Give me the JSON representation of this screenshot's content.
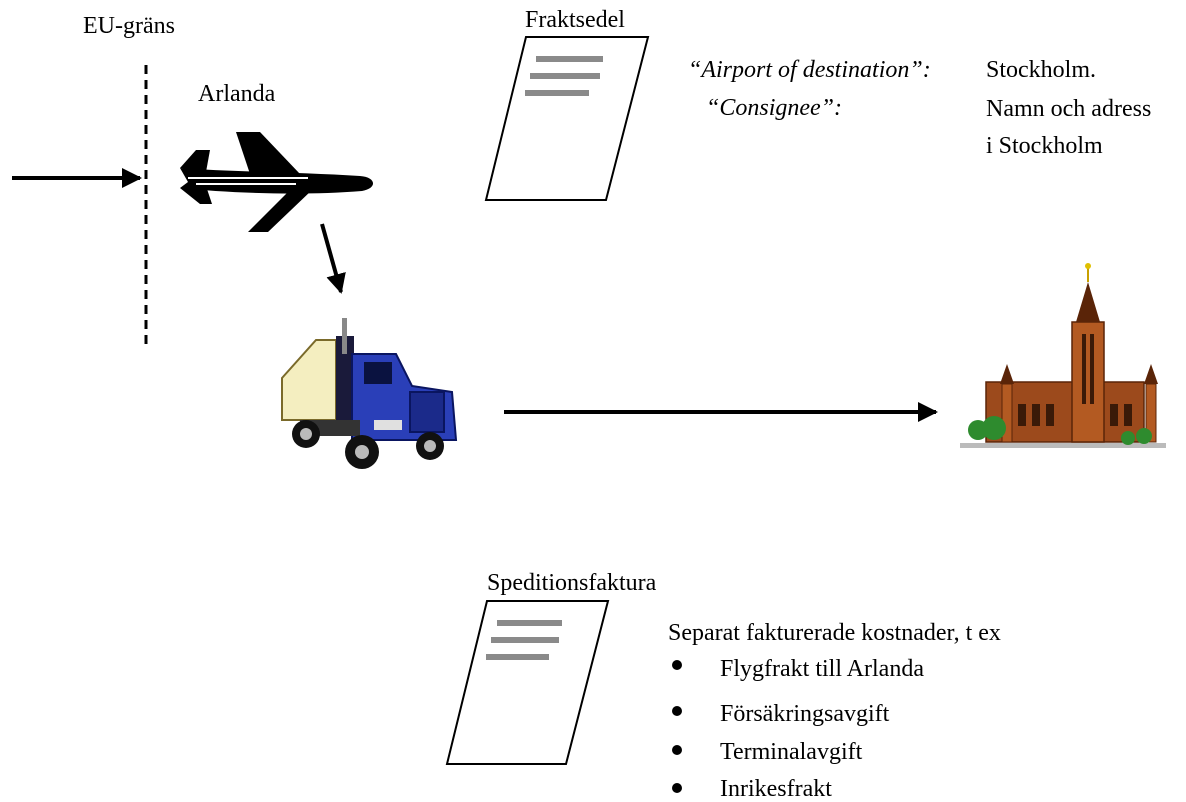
{
  "eu_border_label": "EU-gräns",
  "airport_label": "Arlanda",
  "waybill": {
    "title": "Fraktsedel",
    "fields": [
      {
        "key": "“Airport of destination”:",
        "value_lines": [
          "Stockholm."
        ]
      },
      {
        "key": "“Consignee”:",
        "value_lines": [
          "Namn och adress",
          "i Stockholm"
        ]
      }
    ]
  },
  "forwarding_invoice": {
    "title": "Speditionsfaktura",
    "intro": "Separat fakturerade kostnader, t ex",
    "items": [
      "Flygfrakt till Arlanda",
      "Försäkringsavgift",
      "Terminalavgift",
      "Inrikesfrakt"
    ]
  },
  "icons": [
    "airplane-icon",
    "truck-icon",
    "city-hall-icon",
    "document-icon"
  ],
  "colors": {
    "truck_blue": "#2a3fb8",
    "trailer": "#f4eec0",
    "building_brick": "#9c4a1c",
    "tree_green": "#2e8b2e",
    "document_lines": "#8a8a8a"
  }
}
